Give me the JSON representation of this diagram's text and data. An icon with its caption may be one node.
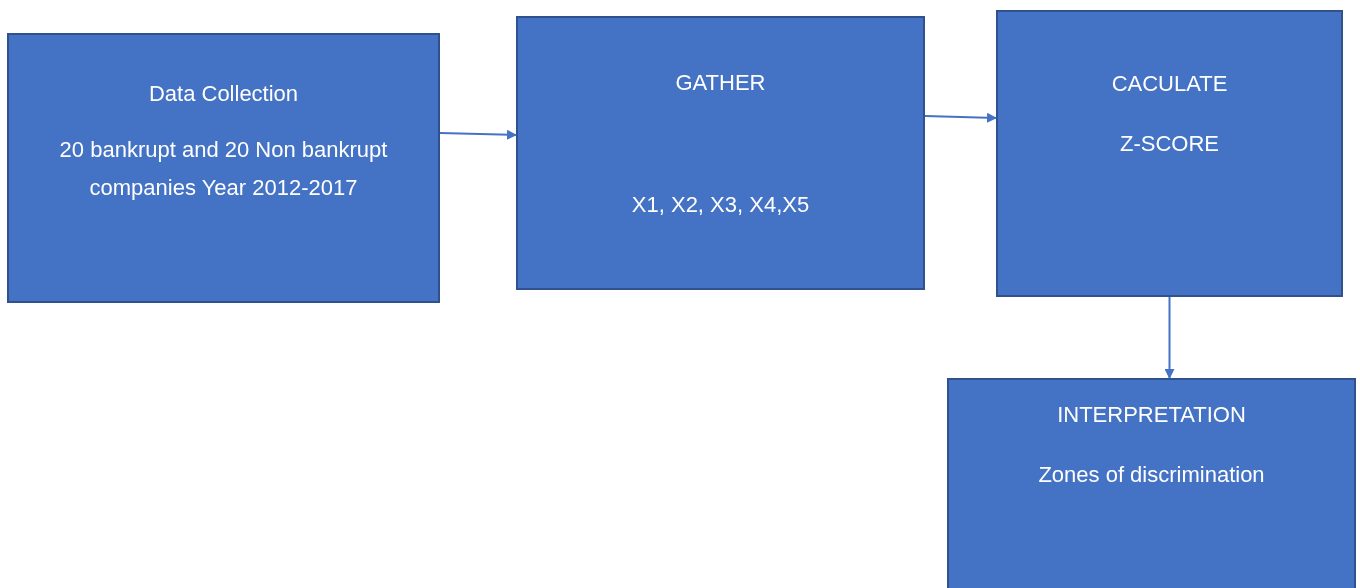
{
  "diagram": {
    "nodes": [
      {
        "text": [
          "Data Collection",
          "20 bankrupt and 20 Non bankrupt companies Year 2012-2017"
        ]
      },
      {
        "text": [
          "GATHER",
          "X1, X2, X3, X4,X5"
        ]
      },
      {
        "text": [
          "CACULATE",
          "Z-SCORE"
        ]
      },
      {
        "text": [
          "INTERPRETATION",
          "Zones of discrimination"
        ]
      }
    ],
    "edges": [
      {
        "from": 0,
        "to": 1,
        "arrow": "to"
      },
      {
        "from": 1,
        "to": 2,
        "arrow": "to"
      },
      {
        "from": 2,
        "to": 3,
        "arrow": "to"
      }
    ]
  }
}
